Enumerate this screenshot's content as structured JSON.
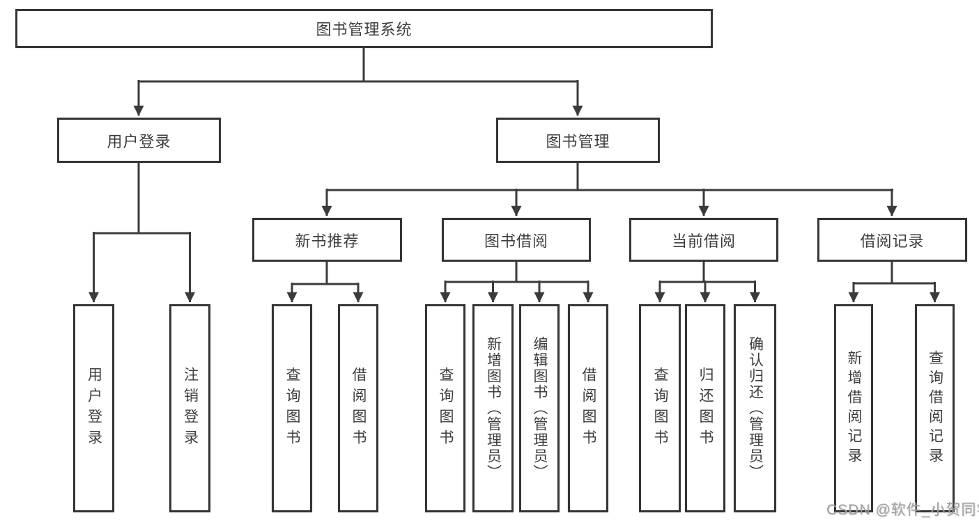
{
  "diagram_title": "图书管理系统",
  "tree": {
    "label": "图书管理系统",
    "children": [
      {
        "label": "用户登录",
        "children": [
          {
            "label": "用户登录"
          },
          {
            "label": "注销登录"
          }
        ]
      },
      {
        "label": "图书管理",
        "children": [
          {
            "label": "新书推荐",
            "children": [
              {
                "label": "查询图书"
              },
              {
                "label": "借阅图书"
              }
            ]
          },
          {
            "label": "图书借阅",
            "children": [
              {
                "label": "查询图书"
              },
              {
                "label": "新增图书（管理员）"
              },
              {
                "label": "编辑图书（管理员）"
              },
              {
                "label": "借阅图书"
              }
            ]
          },
          {
            "label": "当前借阅",
            "children": [
              {
                "label": "查询图书"
              },
              {
                "label": "归还图书"
              },
              {
                "label": "确认归还（管理员）"
              }
            ]
          },
          {
            "label": "借阅记录",
            "children": [
              {
                "label": "新增借阅记录"
              },
              {
                "label": "查询借阅记录"
              }
            ]
          }
        ]
      }
    ]
  },
  "watermark": "CSDN @软件_小贺同学",
  "colors": {
    "line": "#3b3b3b",
    "box_border": "#353535",
    "box_fill": "#ffffff",
    "text": "#3d3d3d",
    "watermark": "#a0a0a0"
  }
}
